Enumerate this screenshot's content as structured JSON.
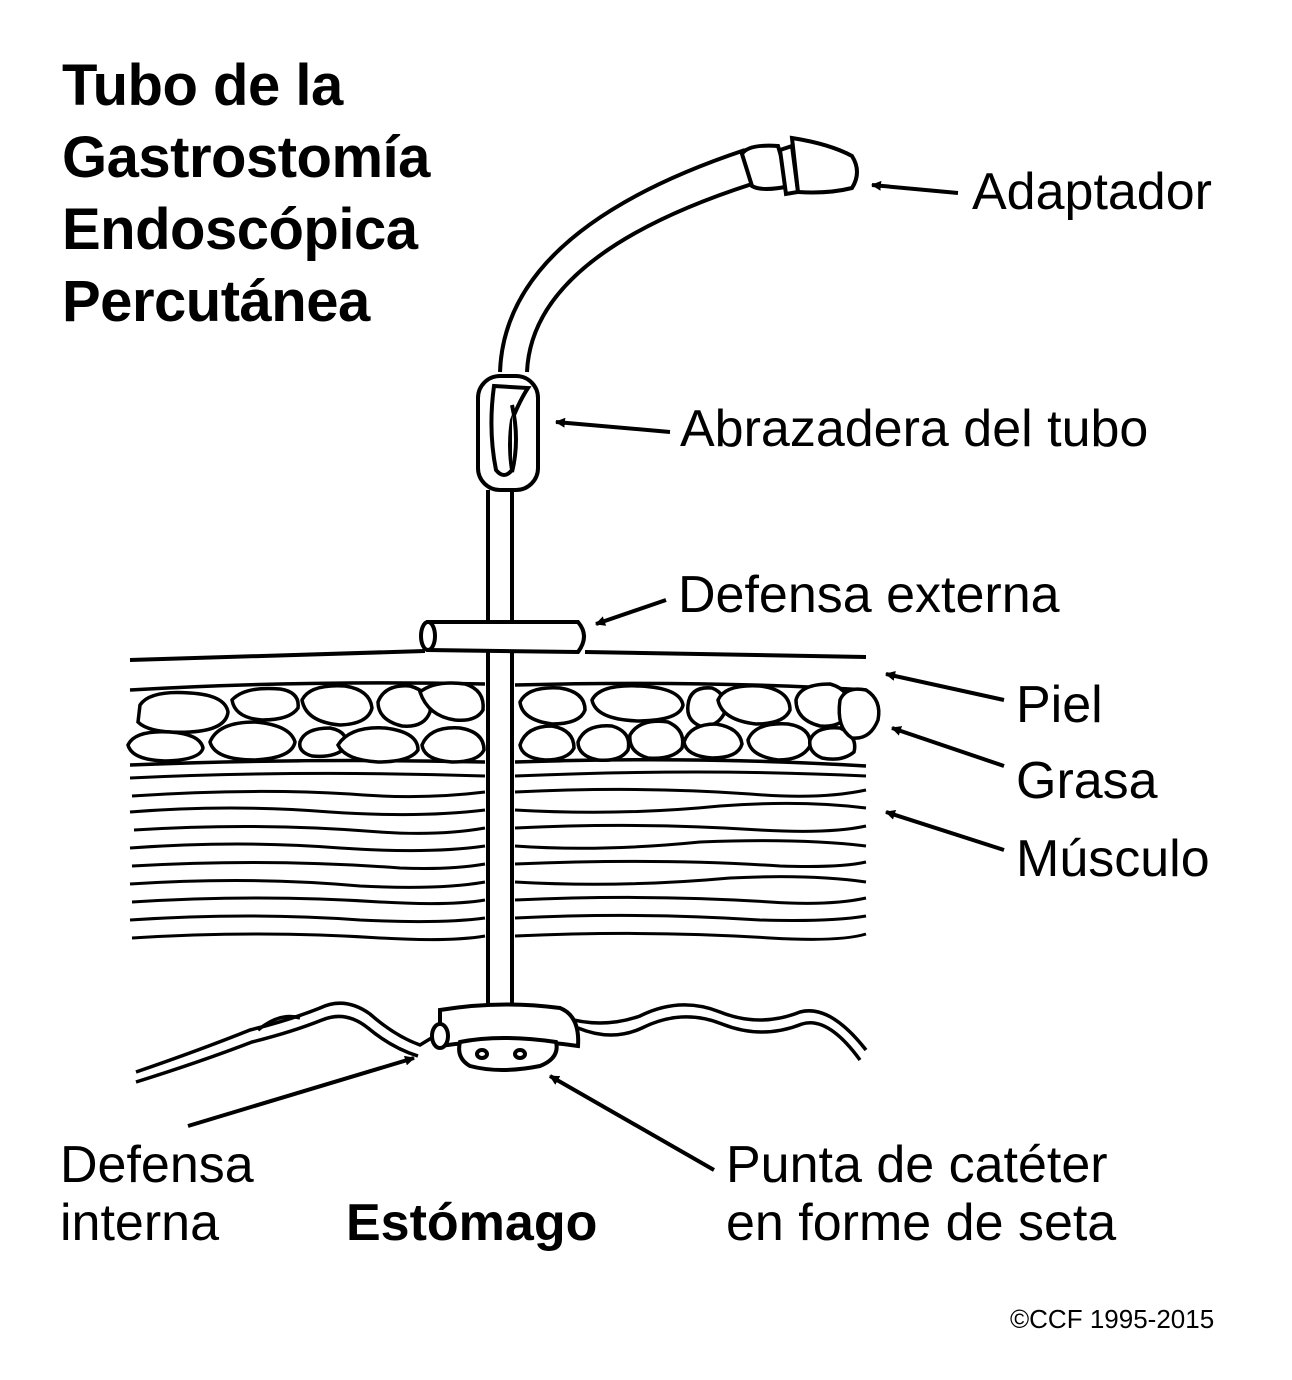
{
  "title_lines": [
    "Tubo de la",
    "Gastrostomía",
    "Endoscópica",
    "Percutánea"
  ],
  "labels": {
    "adaptador": "Adaptador",
    "abrazadera": "Abrazadera del tubo",
    "defensa_externa": "Defensa externa",
    "piel": "Piel",
    "grasa": "Grasa",
    "musculo": "Músculo",
    "defensa_interna_line1": "Defensa",
    "defensa_interna_line2": "interna",
    "estomago": "Estómago",
    "punta_line1": "Punta de catéter",
    "punta_line2": "en forme de seta"
  },
  "copyright": "©CCF 1995-2015",
  "colors": {
    "ink": "#000000",
    "background": "#ffffff"
  }
}
